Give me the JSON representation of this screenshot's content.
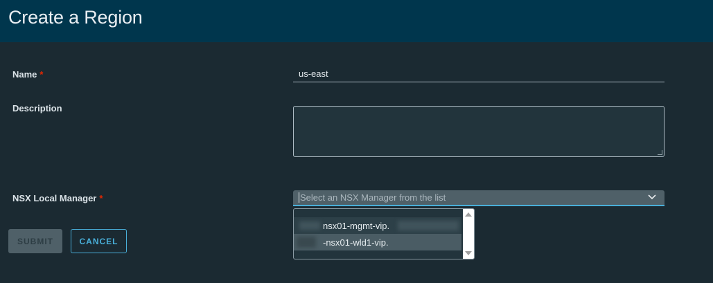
{
  "header": {
    "title": "Create a Region"
  },
  "form": {
    "name": {
      "label": "Name",
      "required_mark": "*",
      "value": "us-east"
    },
    "description": {
      "label": "Description",
      "value": ""
    },
    "nsx_manager": {
      "label": "NSX Local Manager",
      "required_mark": "*",
      "placeholder": "Select an NSX Manager from the list",
      "options": [
        {
          "label": "nsx01-mgmt-vip.",
          "highlighted": false
        },
        {
          "label": "-nsx01-wld1-vip.",
          "highlighted": true
        }
      ]
    }
  },
  "buttons": {
    "submit": "SUBMIT",
    "cancel": "CANCEL"
  },
  "colors": {
    "header_bg": "#00364d",
    "body_bg": "#1b2a32",
    "accent": "#49afd9",
    "required": "#e62700"
  }
}
